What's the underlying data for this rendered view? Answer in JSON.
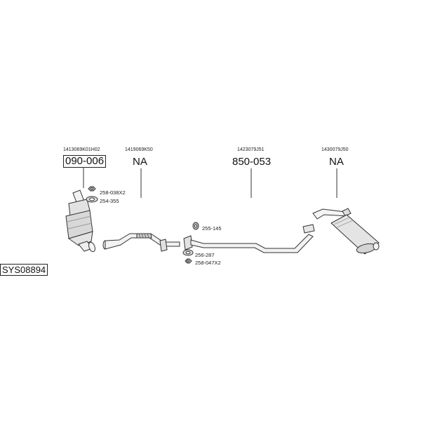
{
  "components": [
    {
      "oe": "1413069K01H02",
      "code": "090-006",
      "boxed": true
    },
    {
      "oe": "1419069K50",
      "code": "NA",
      "boxed": false
    },
    {
      "oe": "1423079J51",
      "code": "850-053",
      "boxed": false
    },
    {
      "oe": "1430079J50",
      "code": "NA",
      "boxed": false
    }
  ],
  "fittings": [
    "258-038X2",
    "254-355",
    "255-145",
    "256-287",
    "258-047X2"
  ],
  "system_code": "SYS08894"
}
